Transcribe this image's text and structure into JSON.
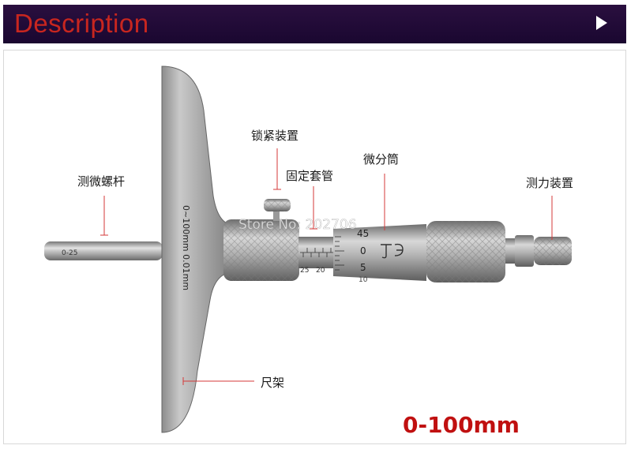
{
  "header": {
    "title": "Description"
  },
  "labels": {
    "depth_rod": "测微螺杆",
    "lock_device": "锁紧装置",
    "sleeve": "固定套管",
    "thimble": "微分筒",
    "ratchet": "测力装置",
    "base": "尺架"
  },
  "engravings": {
    "rod_range": "0-25",
    "base_range": "0~100mm  0.01mm",
    "sleeve_ticks": [
      "25",
      "20"
    ],
    "thimble_ticks": [
      "45",
      "0",
      "5",
      "10"
    ]
  },
  "watermark": "Store No: 202706",
  "size": "0-100mm",
  "colors": {
    "header_bg": "#1a0730",
    "title": "#c8261f",
    "leader_line": "#d43a3a",
    "size": "#c01010"
  }
}
